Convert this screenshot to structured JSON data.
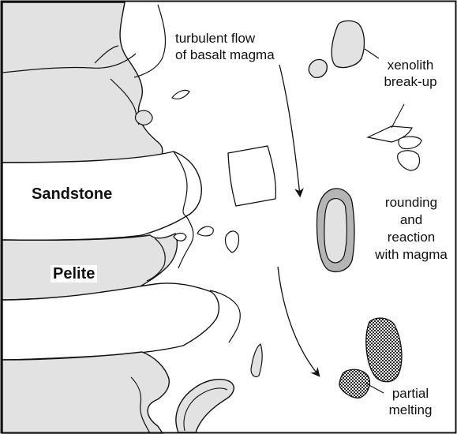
{
  "labels": {
    "turbulent_flow": [
      "turbulent flow",
      "of basalt magma"
    ],
    "xenolith": [
      "xenolith",
      "break-up"
    ],
    "rounding": [
      "rounding",
      "and",
      "reaction",
      "with magma"
    ],
    "partial": [
      "partial",
      "melting"
    ],
    "sandstone": "Sandstone",
    "pelite": "Pelite"
  },
  "colors": {
    "country_rock_fill": "#e2e2e2",
    "xenolith_fill": "#e2e2e2",
    "reaction_rim_fill": "#b5b5b5",
    "melt_pattern": "#2a2a2a",
    "stroke": "#111111"
  }
}
